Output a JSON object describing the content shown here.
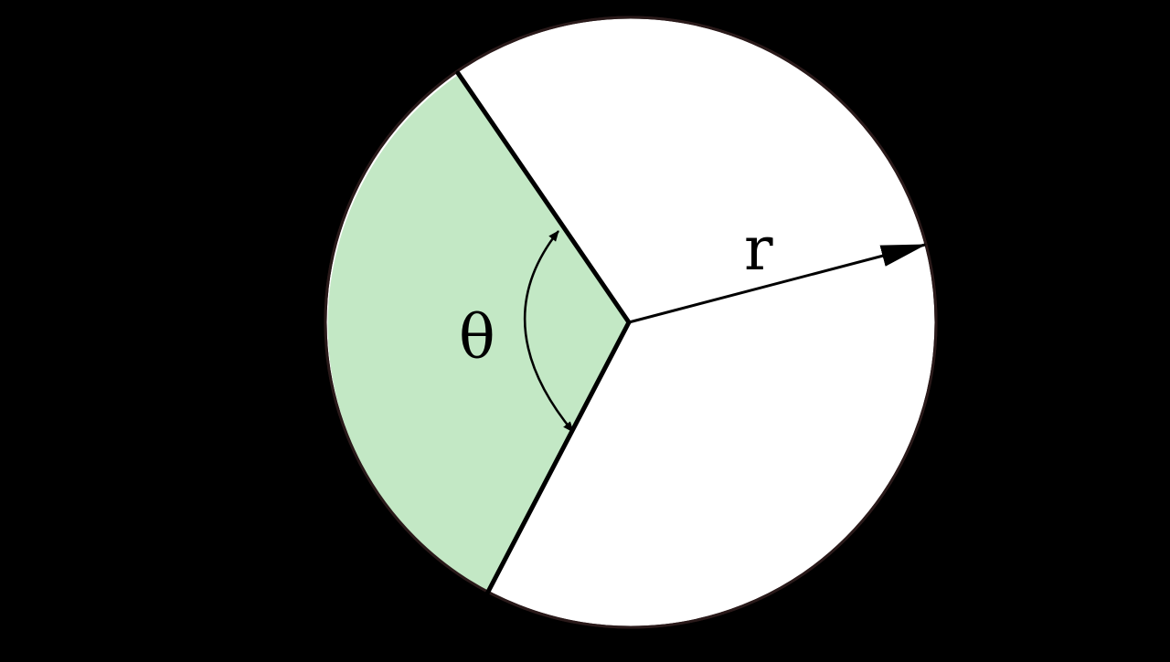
{
  "diagram": {
    "subject": "circular sector",
    "labels": {
      "radius": "r",
      "angle": "θ"
    },
    "colors": {
      "background": "#000000",
      "circle_fill": "#ffffff",
      "sector_fill": "#c3e8c5",
      "stroke": "#000000",
      "circle_outline": "#2a1a1a",
      "label_text": "#000000"
    },
    "icons": {
      "radius_arrowhead": "arrow-right-icon",
      "angle_arrowheads": "double-headed-curved-arrow-icon"
    }
  }
}
